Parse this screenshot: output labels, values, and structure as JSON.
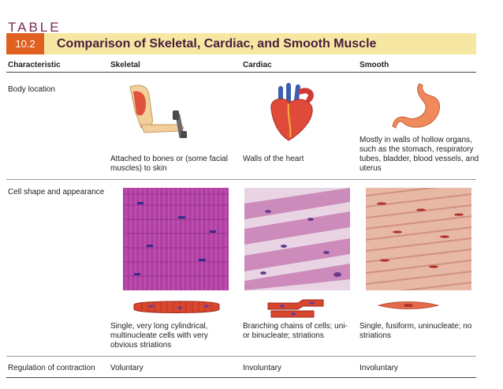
{
  "table_label": "TABLE",
  "table_number": "10.2",
  "title": "Comparison of Skeletal, Cardiac, and Smooth Muscle",
  "headers": {
    "characteristic": "Characteristic",
    "skeletal": "Skeletal",
    "cardiac": "Cardiac",
    "smooth": "Smooth"
  },
  "rows": {
    "body_location": {
      "label": "Body location",
      "skeletal": "Attached to bones or (some facial muscles) to skin",
      "cardiac": "Walls of the heart",
      "smooth": "Mostly in walls of hollow organs, such as the stomach, respiratory tubes, bladder, blood vessels, and uterus"
    },
    "cell_shape": {
      "label": "Cell shape and appearance",
      "skeletal": "Single, very long cylindrical, multinucleate cells with very obvious striations",
      "cardiac": "Branching chains of cells; uni- or binucleate; striations",
      "smooth": "Single, fusiform, uninucleate; no striations"
    },
    "regulation": {
      "label": "Regulation of contraction",
      "skeletal": "Voluntary",
      "cardiac": "Involuntary",
      "smooth": "Involuntary"
    }
  },
  "icons": {
    "skeletal_location": "arm-dumbbell-icon",
    "cardiac_location": "heart-icon",
    "smooth_location": "stomach-icon",
    "skeletal_cell": "skeletal-fiber-icon",
    "cardiac_cell": "cardiac-cells-icon",
    "smooth_cell": "smooth-cell-icon"
  },
  "colors": {
    "accent": "#e0611f",
    "title_band": "#f6e8a3",
    "title_text": "#4a1d3e",
    "table_word": "#7b2a5a"
  }
}
